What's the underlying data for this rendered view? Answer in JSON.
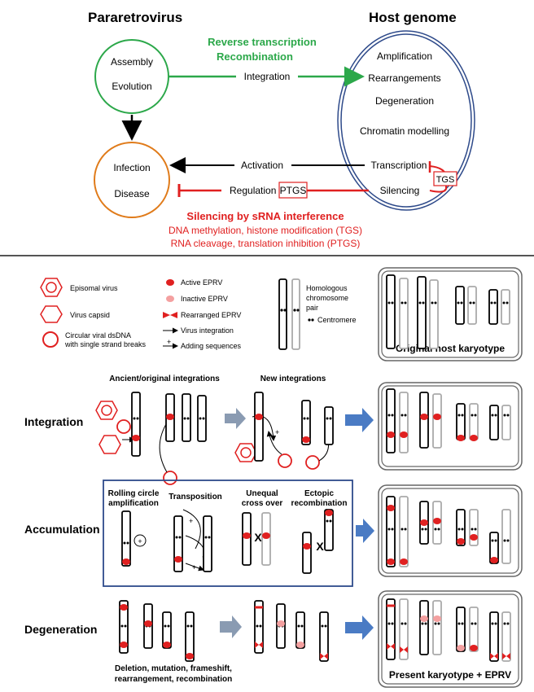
{
  "top": {
    "left_title": "Pararetrovirus",
    "right_title": "Host genome",
    "green_line1": "Reverse transcription",
    "green_line2": "Recombination",
    "virus_top": [
      "Assembly",
      "Evolution"
    ],
    "virus_bottom": [
      "Infection",
      "Disease"
    ],
    "integration": "Integration",
    "host_items": [
      "Amplification",
      "Rearrangements",
      "Degeneration",
      "Chromatin modelling",
      "Transcription",
      "Silencing"
    ],
    "activation": "Activation",
    "regulation": "Regulation -",
    "ptgs": "PTGS",
    "tgs": "TGS",
    "red_title": "Silencing by sRNA interference",
    "red_line1": "DNA methylation, histone modification (TGS)",
    "red_line2": "RNA cleavage, translation inhibition (PTGS)"
  },
  "legend": {
    "episomal": "Episomal virus",
    "capsid": "Virus capsid",
    "circular_1": "Circular viral dsDNA",
    "circular_2": "with single strand breaks",
    "active": "Active EPRV",
    "inactive": "Inactive EPRV",
    "rearranged": "Rearranged EPRV",
    "integration": "Virus integration",
    "adding": "Adding sequences",
    "homologous_1": "Homologous",
    "homologous_2": "chromosome",
    "homologous_3": "pair",
    "centromere": "Centromere",
    "original_karyotype": "Original host karyotype"
  },
  "rows": {
    "integration": "Integration",
    "ancient": "Ancient/original integrations",
    "new": "New integrations",
    "accumulation": "Accumulation",
    "rolling_1": "Rolling circle",
    "rolling_2": "amplification",
    "transposition": "Transposition",
    "unequal_1": "Unequal",
    "unequal_2": "cross over",
    "ectopic_1": "Ectopic",
    "ectopic_2": "recombination",
    "degeneration": "Degeneration",
    "deletion_1": "Deletion, mutation, frameshift,",
    "deletion_2": "rearrangement, recombination",
    "present_karyotype": "Present karyotype + EPRV",
    "x_mark": "X",
    "plus": "+"
  }
}
